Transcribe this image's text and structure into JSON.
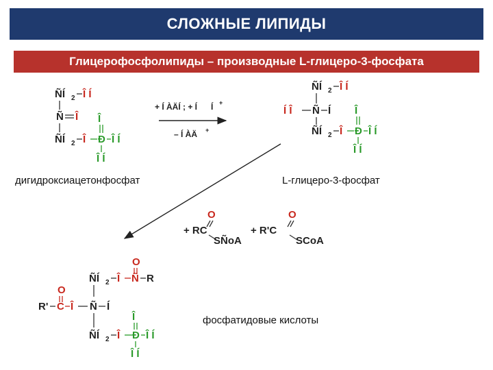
{
  "title": "СЛОЖНЫЕ ЛИПИДЫ",
  "subtitle": "Глицерофосфолипиды – производные L-глицеро-3-фосфата",
  "glyphs": {
    "ch": "Ñ",
    "h": "Í",
    "h2": "2",
    "o": "Î",
    "c": "Ñ",
    "p": "Ð",
    "oh": "Î Í",
    "ho": "Í Î",
    "hh": "Í",
    "o_gr": "Î",
    "dbl_o": "O",
    "c_red": "C",
    "rprime": "R'",
    "r": "R"
  },
  "compounds": {
    "dhap": {
      "label": "дигидроксиацетонфосфат",
      "row1_ch": "ÑÍ",
      "row1_sub": "2",
      "row1_tail": "Î Í",
      "row2_c": "Ñ",
      "row2_o": "Î",
      "row3_ch": "ÑÍ",
      "row3_sub": "2",
      "row3_o": "Î",
      "p_top": "Î",
      "p_center": "Ð",
      "p_right": "Î Í",
      "p_bottom": "Î Í"
    },
    "g3p": {
      "label": "L-глицеро-3-фосфат",
      "row1_ch": "ÑÍ",
      "row1_sub": "2",
      "row1_tail": "Î Í",
      "row2_left": "Í Î",
      "row2_c": "Ñ",
      "row2_h": "Í",
      "row3_ch": "ÑÍ",
      "row3_sub": "2",
      "row3_o": "Î",
      "p_top": "Î",
      "p_center": "Ð",
      "p_right": "Î Í",
      "p_bottom": "Î Í"
    },
    "pa": {
      "label": "фосфатидовые кислоты",
      "row1_ch": "ÑÍ",
      "row1_sub": "2",
      "row1_o": "Î",
      "row1_c": "Ñ",
      "row1_r": "R",
      "row1_dbl_o": "O",
      "row2_rprime": "R'",
      "row2_c": "C",
      "row2_o": "Î",
      "row2_ch": "Ñ",
      "row2_h": "Í",
      "row2_dbl_o": "O",
      "row3_ch": "ÑÍ",
      "row3_sub": "2",
      "row3_o": "Î",
      "p_top": "Î",
      "p_center": "Ð",
      "p_right": "Î Í",
      "p_bottom": "Î Í"
    }
  },
  "reaction1": {
    "above": "+ Í ÀÄÍ ; + Í",
    "above_sup": "+",
    "below": "– Í ÀÄ",
    "below_sup": "+"
  },
  "acyl": {
    "first_prefix": "+ RC",
    "first_o": "O",
    "first_s": "SÑoA",
    "second_prefix": "+ R'C",
    "second_o": "O",
    "second_s": "SCoA"
  }
}
